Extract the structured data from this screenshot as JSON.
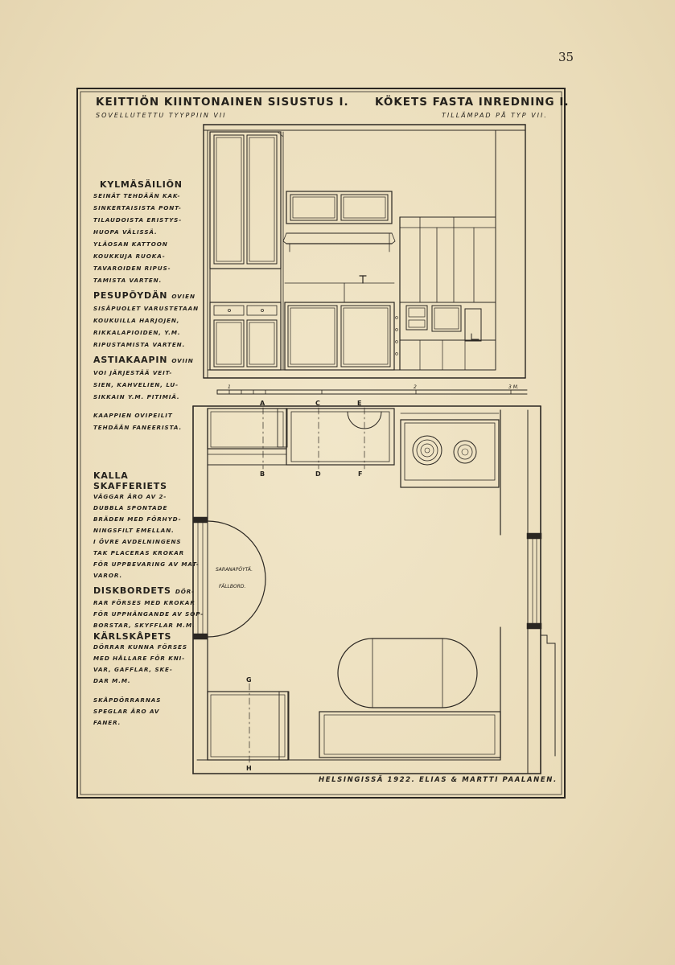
{
  "page_number": "35",
  "title_fi": "KEITTIÖN KIINTONAINEN SISUSTUS I.",
  "subtitle_fi": "SOVELLUTETTU TYYPPIIN VII",
  "title_sv": "KÖKETS FASTA INREDNING I.",
  "subtitle_sv": "TILLÄMPAD PÅ TYP VII.",
  "notes_fi": {
    "kylma_head": "KYLMÄSÄILIÖN",
    "kylma_lines": [
      "SEINÄT TEHDÄÄN KAK-",
      "SINKERTAISISTA PONT-",
      "TILAUDOISTA ERISTYS-",
      "HUOPA VÄLISSÄ.",
      "YLÄOSAN KATTOON",
      "KOUKKUJA RUOKA-",
      "TAVAROIDEN RIPUS-",
      "TAMISTA VARTEN."
    ],
    "pesu_head": "PESUPÖYDÄN",
    "pesu_head_tail": "OVIEN",
    "pesu_lines": [
      "SISÄPUOLET VARUSTETAAN",
      "KOUKUILLA HARJOJEN,",
      "RIKKALAPIOIDEN, Y.M.",
      "RIPUSTAMISTA VARTEN."
    ],
    "astia_head": "ASTIAKAAPIN",
    "astia_head_tail": "OVIIN",
    "astia_lines": [
      "VOI JÄRJESTÄÄ VEIT-",
      "SIEN, KAHVELIEN, LU-",
      "SIKKAIN Y.M. PITIMIÄ."
    ],
    "kaappi_lines": [
      "KAAPPIEN OVIPEILIT",
      "TEHDÄÄN FANEERISTA."
    ]
  },
  "notes_sv": {
    "kalla_head": "KALLA SKAFFERIETS",
    "kalla_lines": [
      "VÄGGAR ÄRO AV 2-",
      "DUBBLA SPONTADE",
      "BRÄDEN MED FÖRHYD-",
      "NINGSFILT EMELLAN.",
      "I ÖVRE AVDELNINGENS",
      "TAK PLACERAS KROKAR",
      "FÖR UPPBEVARING AV MAT-",
      "VAROR."
    ],
    "disk_head": "DISKBORDETS",
    "disk_head_tail": "DÖR-",
    "disk_lines": [
      "RAR FÖRSES MED KROKAR",
      "FÖR UPPHÄNGANDE AV SOP-",
      "BORSTAR, SKYFFLAR M.M."
    ],
    "karl_head": "KÄRLSKÅPETS",
    "karl_lines": [
      "DÖRRAR KUNNA FÖRSES",
      "MED HÅLLARE FÖR KNI-",
      "VAR, GAFFLAR, SKE-",
      "DAR M.M."
    ],
    "skap_lines": [
      "SKÅPDÖRRARNAS",
      "SPEGLAR ÄRO AV",
      "FANER."
    ]
  },
  "plan_labels": {
    "scale_ticks": [
      "1",
      "2",
      "3 M."
    ],
    "section_A": "A",
    "section_B": "B",
    "section_C": "C",
    "section_D": "D",
    "section_E": "E",
    "section_F": "F",
    "section_G": "G",
    "section_H": "H",
    "table_label_fi": "SARANAPÖYTÄ.",
    "table_label_sv": "FÄLLBORD."
  },
  "signature": "HELSINGISSÄ 1922. ELIAS & MARTTI PAALANEN."
}
